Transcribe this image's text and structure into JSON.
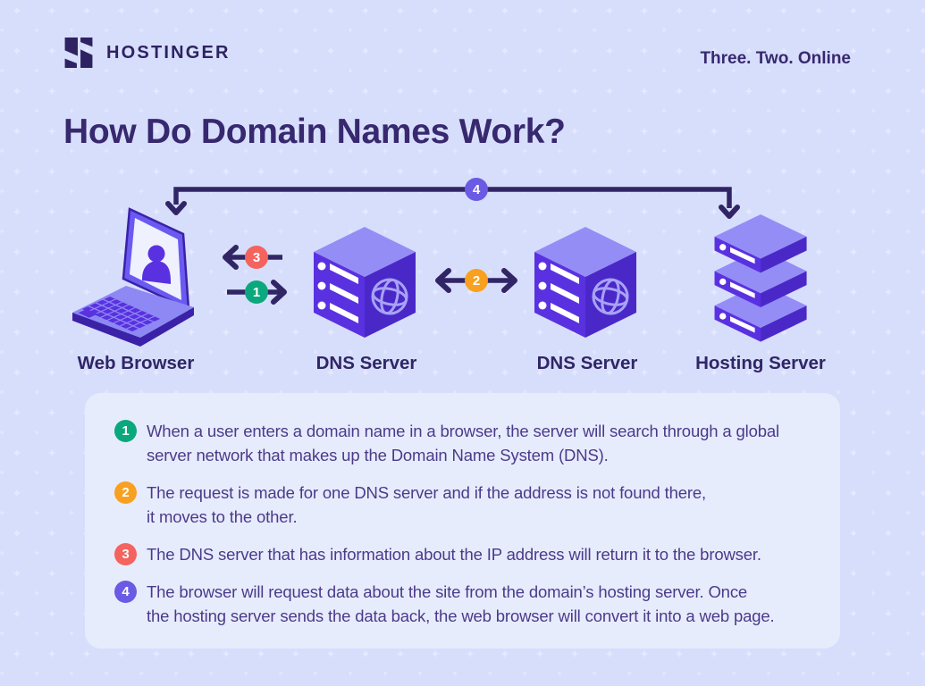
{
  "header": {
    "brand": "HOSTINGER",
    "tagline": "Three. Two. Online"
  },
  "title": "How Do Domain Names Work?",
  "diagram": {
    "nodes": [
      {
        "label": "Web Browser"
      },
      {
        "label": "DNS Server"
      },
      {
        "label": "DNS Server"
      },
      {
        "label": "Hosting Server"
      }
    ],
    "badges": {
      "step1": "1",
      "step2": "2",
      "step3": "3",
      "step4": "4"
    }
  },
  "steps": [
    {
      "num": "1",
      "color": "#0aa87c",
      "text": "When a user enters a domain name in a browser, the server will search through a global\nserver network that makes up the Domain Name System (DNS)."
    },
    {
      "num": "2",
      "color": "#f8a01f",
      "text": "The request is made for one DNS server and if the address is not found there,\nit moves to the other."
    },
    {
      "num": "3",
      "color": "#f4635e",
      "text": "The DNS server that has information about the IP address will return it to the browser."
    },
    {
      "num": "4",
      "color": "#6a5ae4",
      "text": "The browser will request data about the site from the domain’s hosting server. Once\nthe hosting server sends the data back, the web browser will convert it into a web page."
    }
  ],
  "colors": {
    "background": "#d7defb",
    "panel": "#e7ecfd",
    "heading": "#37286f",
    "body_text": "#4b3a8a",
    "arrow": "#312566",
    "device_light": "#948df6",
    "device_vivid": "#5a31e0",
    "device_deep": "#4a28c8",
    "badge_green": "#0aa87c",
    "badge_orange": "#f8a01f",
    "badge_red": "#f4635e",
    "badge_purple": "#6a5ae4"
  }
}
